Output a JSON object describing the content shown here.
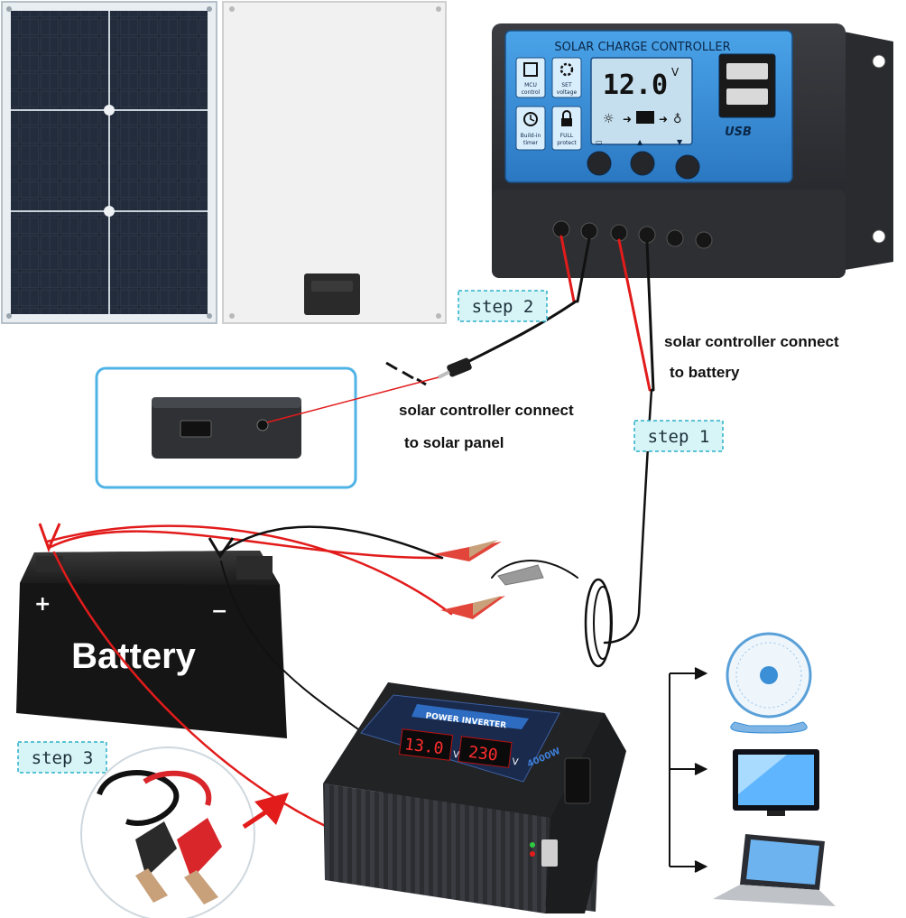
{
  "controller": {
    "title": "SOLAR CHARGE CONTROLLER",
    "lcd_value": "12.0",
    "lcd_unit": "V",
    "badges": [
      {
        "line1": "MCU",
        "line2": "control"
      },
      {
        "line1": "SET",
        "line2": "voltage"
      },
      {
        "line1": "Build-in",
        "line2": "timer"
      },
      {
        "line1": "FULL",
        "line2": "protect"
      }
    ],
    "usb_label": "USB"
  },
  "steps": {
    "step1": "step 1",
    "step2": "step 2",
    "step3": "step 3"
  },
  "labels": {
    "battery_conn_line1": "solar controller connect",
    "battery_conn_line2": "to battery",
    "panel_conn_line1": "solar controller connect",
    "panel_conn_line2": "to solar panel"
  },
  "battery": {
    "label": "Battery",
    "plus": "+",
    "minus": "−"
  },
  "inverter": {
    "title": "POWER INVERTER",
    "display_left": "13.0",
    "display_left_unit": "V",
    "display_right": "230",
    "display_right_unit": "V",
    "power": "4000W"
  },
  "colors": {
    "controller_blue": "#3a8fd6",
    "step_label_bg": "#d7f4f7",
    "step_label_border": "#2bb0c9",
    "red_wire": "#e21b1b",
    "inset_border": "#4fb3e6"
  }
}
